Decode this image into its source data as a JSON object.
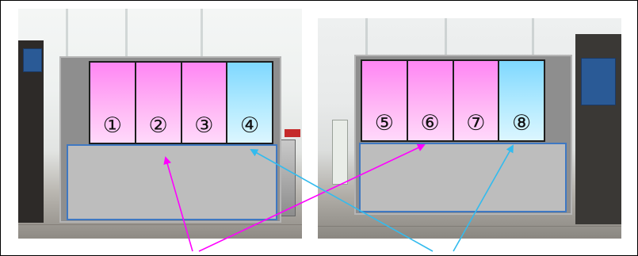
{
  "boards": [
    {
      "panels": [
        {
          "label": "①",
          "color": "pink"
        },
        {
          "label": "②",
          "color": "pink"
        },
        {
          "label": "③",
          "color": "pink"
        },
        {
          "label": "④",
          "color": "blue"
        }
      ]
    },
    {
      "panels": [
        {
          "label": "⑤",
          "color": "pink"
        },
        {
          "label": "⑥",
          "color": "pink"
        },
        {
          "label": "⑦",
          "color": "pink"
        },
        {
          "label": "⑧",
          "color": "blue"
        }
      ]
    }
  ],
  "colors": {
    "pink_panel": "#ff86f4",
    "blue_panel": "#7fd8ff",
    "magenta_arrow": "#ff00ff",
    "cyan_arrow": "#33bbee",
    "lower_box_border": "#3f78c2",
    "board_frame": "#8e8e8e"
  }
}
